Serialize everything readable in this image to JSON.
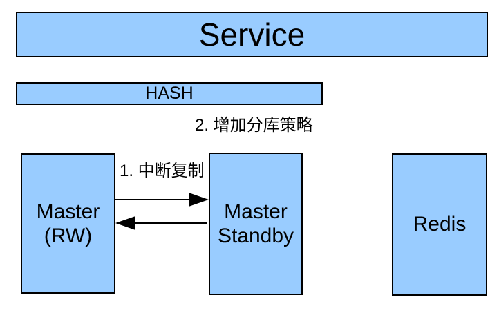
{
  "diagram": {
    "colors": {
      "background": "#FFFFFF",
      "node_fill": "#99CCFF",
      "node_border": "#000000",
      "text": "#000000",
      "arrow": "#000000"
    },
    "nodes": {
      "service": {
        "label": "Service"
      },
      "hash": {
        "label": "HASH"
      },
      "master_rw": {
        "label": "Master\n(RW)"
      },
      "master_standby": {
        "label": "Master\nStandby"
      },
      "redis": {
        "label": "Redis"
      }
    },
    "annotations": {
      "step1": {
        "label": "1. 中断复制"
      },
      "step2": {
        "label": "2. 增加分库策略"
      }
    },
    "arrows": [
      {
        "name": "master-rw-to-master-standby",
        "direction": "right"
      },
      {
        "name": "master-standby-to-master-rw",
        "direction": "left"
      }
    ]
  }
}
